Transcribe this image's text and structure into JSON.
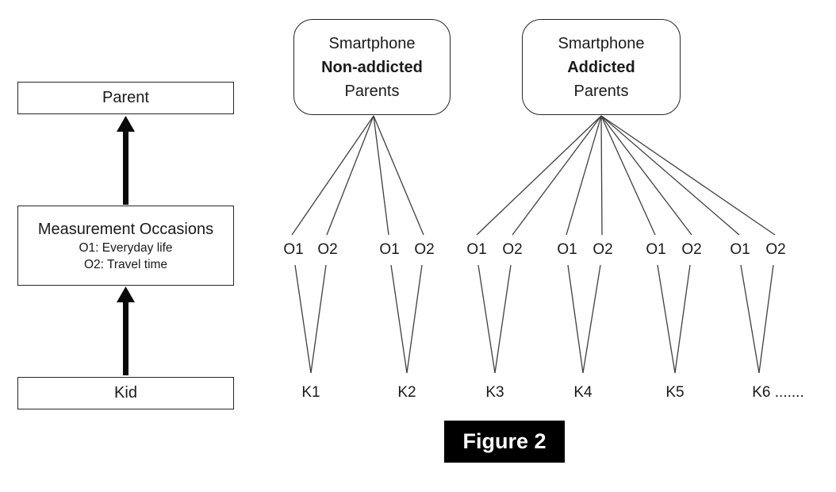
{
  "figure": {
    "caption": "Figure 2"
  },
  "left_flow": {
    "parent_label": "Parent",
    "measurement_title": "Measurement Occasions",
    "measurement_o1": "O1: Everyday life",
    "measurement_o2": "O2: Travel time",
    "kid_label": "Kid"
  },
  "groups": [
    {
      "line1": "Smartphone",
      "line2": "Non-addicted",
      "line3": "Parents"
    },
    {
      "line1": "Smartphone",
      "line2": "Addicted",
      "line3": "Parents"
    }
  ],
  "occasions": {
    "pairs": [
      {
        "o1": "O1",
        "o2": "O2"
      },
      {
        "o1": "O1",
        "o2": "O2"
      },
      {
        "o1": "O1",
        "o2": "O2"
      },
      {
        "o1": "O1",
        "o2": "O2"
      },
      {
        "o1": "O1",
        "o2": "O2"
      },
      {
        "o1": "O1",
        "o2": "O2"
      }
    ]
  },
  "kids": [
    "K1",
    "K2",
    "K3",
    "K4",
    "K5",
    "K6 ......."
  ],
  "colors": {
    "line": "#3f3f3f",
    "border": "#262626",
    "arrow": "#0a0a0a",
    "caption_bg": "#000000",
    "caption_fg": "#ffffff"
  }
}
